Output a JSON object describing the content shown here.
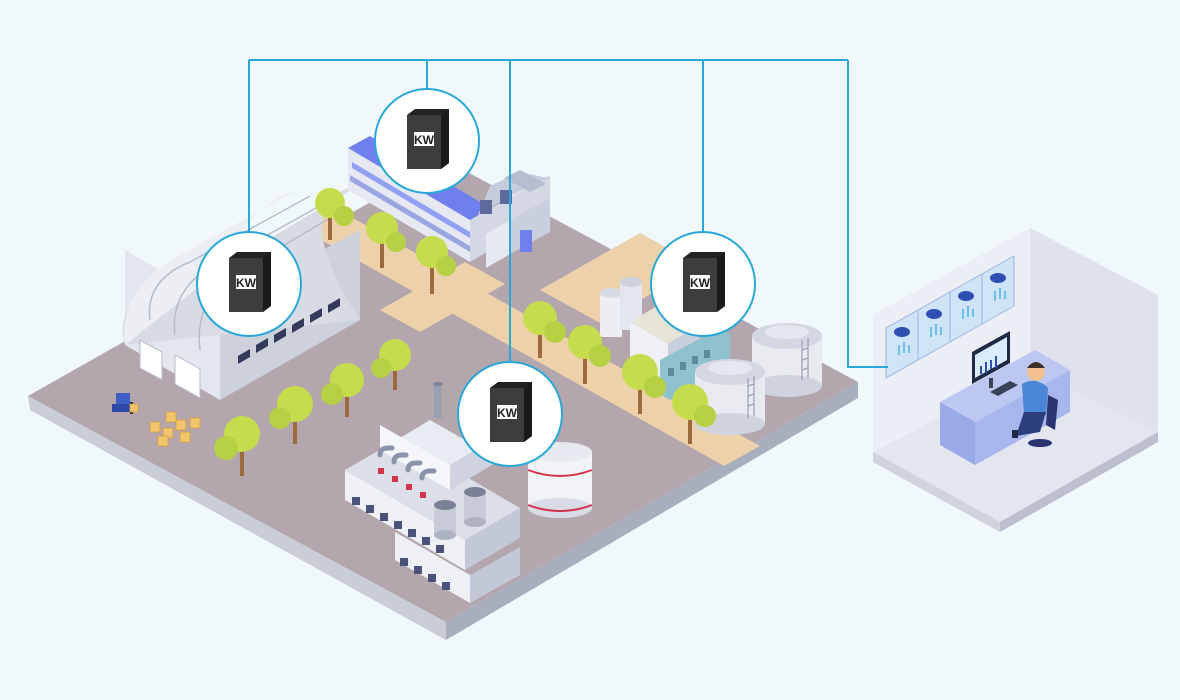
{
  "colors": {
    "background": "#f0f8fc",
    "network_line": "#29a8d6",
    "ground_top": "#b3a6ad",
    "ground_side_left": "#c9cdd6",
    "ground_side_right": "#a9aebd",
    "road": "#ecd1aa",
    "tree_canopy": "#c5dc4c",
    "tree_trunk": "#9c6a3c",
    "building_light": "#eef0f5",
    "building_mid": "#d5d9e3",
    "building_dark": "#aeb4c4",
    "accent_blue": "#6f80ee",
    "meter_body": "#3d3d3d",
    "meter_face": "#ffffff",
    "control_room_floor": "#e4e6ef",
    "control_room_wall": "#f3f4f8",
    "operator_shirt": "#4a86d8"
  },
  "meters": [
    {
      "id": "warehouse",
      "label": "KW",
      "icon": "energy-meter-icon"
    },
    {
      "id": "office",
      "label": "KW",
      "icon": "energy-meter-icon"
    },
    {
      "id": "factory",
      "label": "KW",
      "icon": "energy-meter-icon"
    },
    {
      "id": "tanks",
      "label": "KW",
      "icon": "energy-meter-icon"
    }
  ]
}
